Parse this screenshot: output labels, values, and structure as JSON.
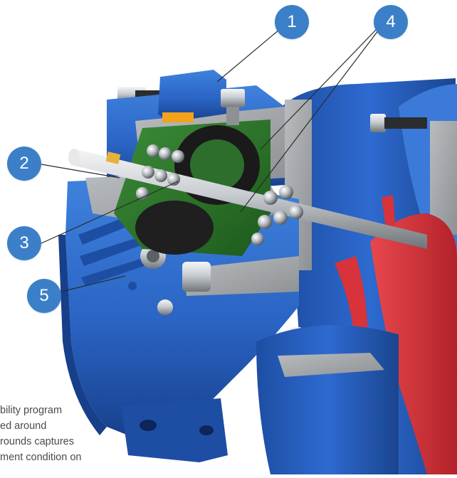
{
  "callouts": {
    "c1": "1",
    "c2": "2",
    "c3": "3",
    "c4": "4",
    "c5": "5"
  },
  "caption": {
    "line1": "bility program",
    "line2": "ed around",
    "line3": "rounds captures",
    "line4": "ment condition on"
  },
  "colors": {
    "badge": "#3b7fc8",
    "housing": "#2a64c4",
    "bearing_cover": "#2f7a2e",
    "impeller": "#d8323a",
    "shaft": "#cfd3d6"
  }
}
